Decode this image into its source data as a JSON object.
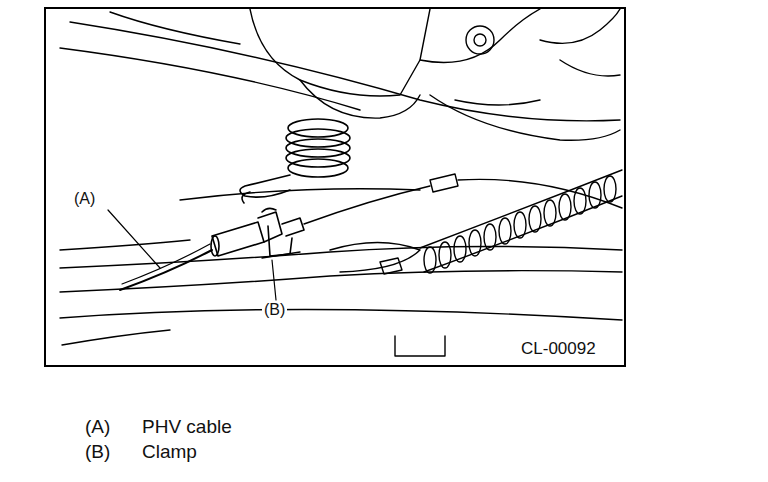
{
  "diagram": {
    "labels": [
      "(A)",
      "(B)",
      "CL-00092",
      "(A)",
      "PHV cable",
      "(B)",
      "Clamp"
    ]
  }
}
